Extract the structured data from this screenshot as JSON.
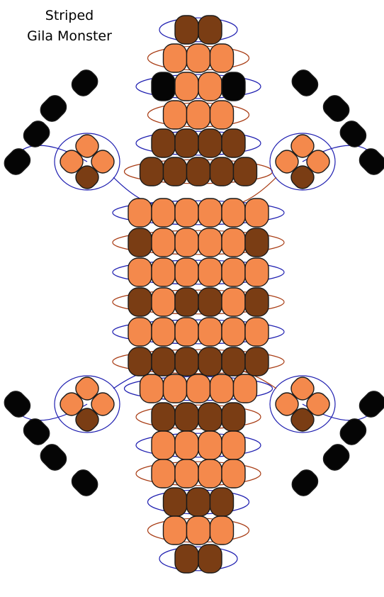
{
  "title": {
    "line1": "Striped",
    "line2": "Gila Monster"
  },
  "palette": {
    "O": "#f4894c",
    "B": "#7a3d14",
    "K": "#050505",
    "outline": "#1a1a1a",
    "thread_blue": "#1e1eb0",
    "thread_red": "#a83c14"
  },
  "beads": {
    "snout_rows": [
      "BB",
      "OOO",
      "KOOK",
      "OOO",
      "BBBB",
      "BBBBB"
    ],
    "body_rows": [
      "OOOOOO",
      "BOOOOB",
      "OOOOOO",
      "BOBBOB",
      "OOOOOO",
      "BBBBBB"
    ],
    "tail_rows": [
      "OOOOO",
      "BBBB",
      "OOOO",
      "OOOO",
      "BBB",
      "OOO",
      "BB"
    ],
    "foot_diamond": [
      "O",
      "O",
      "O",
      "B"
    ],
    "toe_color": "K"
  }
}
